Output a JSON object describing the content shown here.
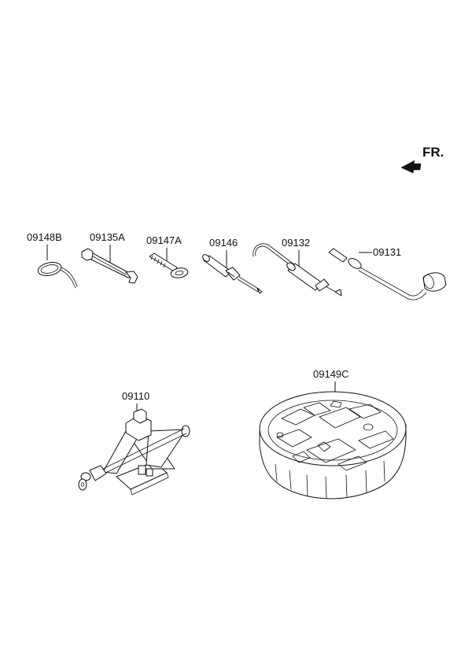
{
  "direction": {
    "label": "FR.",
    "arrow_icon": "direction-arrow-icon"
  },
  "parts": [
    {
      "id": "loop-spring",
      "number": "09148B"
    },
    {
      "id": "wrench",
      "number": "09135A"
    },
    {
      "id": "eye-bolt",
      "number": "09147A"
    },
    {
      "id": "screwdriver",
      "number": "09146"
    },
    {
      "id": "hook-rod",
      "number": "09132"
    },
    {
      "id": "lug-wrench",
      "number": "09131"
    },
    {
      "id": "jack",
      "number": "09110"
    },
    {
      "id": "tool-tray",
      "number": "09149C"
    }
  ]
}
